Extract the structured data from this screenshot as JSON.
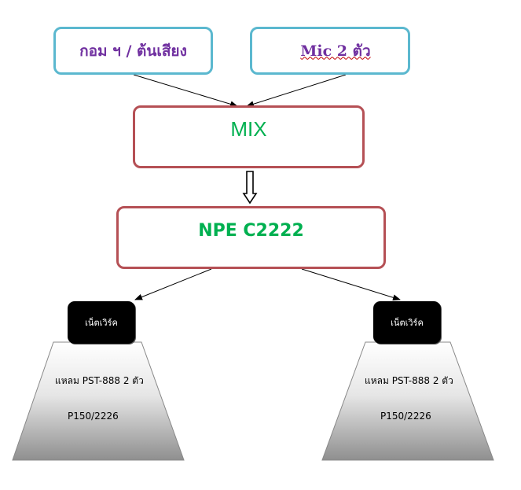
{
  "sources": [
    {
      "label": "กอม ฯ / ต้นเสียง"
    },
    {
      "label": "Mic 2 ตัว"
    }
  ],
  "mixer": {
    "label": "MIX"
  },
  "processor": {
    "label": "NPE C2222"
  },
  "outputs": [
    {
      "network_label": "เน็ตเวิร์ค",
      "speaker_label": "แหลม PST-888 2 ตัว",
      "amp_label": "P150/2226"
    },
    {
      "network_label": "เน็ตเวิร์ค",
      "speaker_label": "แหลม PST-888 2 ตัว",
      "amp_label": "P150/2226"
    }
  ],
  "colors": {
    "source_border": "#5bb8cf",
    "source_text": "#7030a0",
    "proc_border": "#b55055",
    "proc_text": "#00b050"
  }
}
